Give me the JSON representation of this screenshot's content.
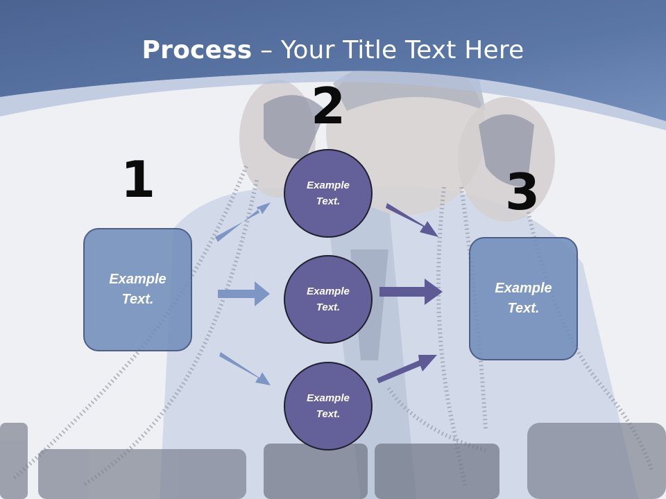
{
  "title": {
    "bold": "Process",
    "rest": " – Your Title Text Here"
  },
  "steps": [
    {
      "number": "1",
      "label": [
        "Example",
        "Text."
      ]
    },
    {
      "number": "2",
      "items": [
        {
          "label": [
            "Example",
            "Text."
          ]
        },
        {
          "label": [
            "Example",
            "Text."
          ]
        },
        {
          "label": [
            "Example",
            "Text."
          ]
        }
      ]
    },
    {
      "number": "3",
      "label": [
        "Example",
        "Text."
      ]
    }
  ],
  "colors": {
    "header_dark": "#4f6a97",
    "header_light": "#7b93bd",
    "box_fill": "#728dbb",
    "circle_fill": "#64609a",
    "arrow_light": "#7d96c4",
    "arrow_dark": "#5e5a96"
  }
}
